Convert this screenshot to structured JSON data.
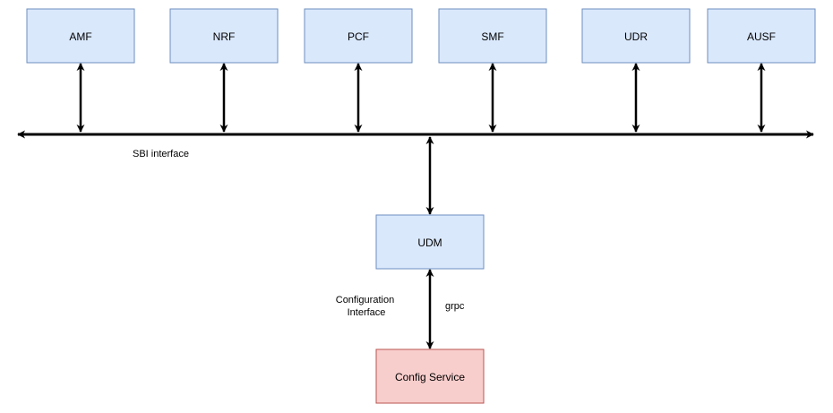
{
  "diagram": {
    "colors": {
      "box_fill": "#dae8fc",
      "box_stroke": "#6c8ebf",
      "config_fill": "#f8cecc",
      "config_stroke": "#b85450",
      "line": "#000000"
    },
    "top_nodes": [
      "AMF",
      "NRF",
      "PCF",
      "SMF",
      "UDR",
      "AUSF"
    ],
    "udm": "UDM",
    "config_service": "Config Service",
    "bus_label": "SBI interface",
    "config_interface_label_line1": "Configuration",
    "config_interface_label_line2": "Interface",
    "grpc_label": "grpc"
  }
}
